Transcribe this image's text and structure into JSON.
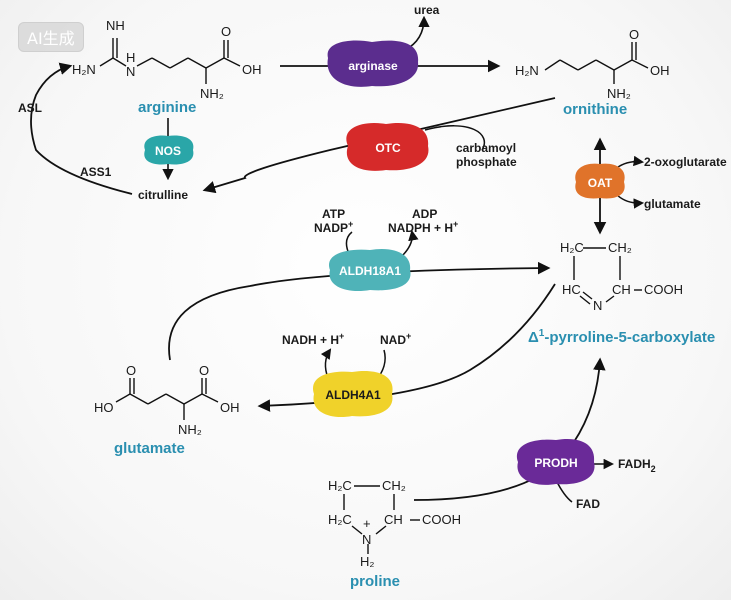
{
  "watermark": "AI生成",
  "metabolites": {
    "arginine": "arginine",
    "ornithine": "ornithine",
    "citrulline": "citrulline",
    "glutamate": "glutamate",
    "p5c_prefix": "Δ",
    "p5c_sup": "1",
    "p5c_suffix": "-pyrroline-5-carboxylate",
    "proline": "proline",
    "urea": "urea",
    "carbamoyl_1": "carbamoyl",
    "carbamoyl_2": "phosphate",
    "oxoglutarate": "2-oxoglutarate",
    "glutamate_side": "glutamate",
    "atp": "ATP",
    "nadp_base": "NADP",
    "nadp_sup": "+",
    "adp": "ADP",
    "nadph_base": "NADPH + H",
    "nadph_sup": "+",
    "nadh_base": "NADH + H",
    "nadh_sup": "+",
    "nad_base": "NAD",
    "nad_sup": "+",
    "fadh_base": "FADH",
    "fadh_sub": "2",
    "fad": "FAD",
    "asl": "ASL",
    "ass1": "ASS1"
  },
  "enzymes": {
    "arginase": {
      "label": "arginase",
      "color": "#5b2d8e"
    },
    "nos": {
      "label": "NOS",
      "color": "#2aa6a8"
    },
    "otc": {
      "label": "OTC",
      "color": "#d62a2a"
    },
    "oat": {
      "label": "OAT",
      "color": "#e0732a"
    },
    "aldh18a1": {
      "label": "ALDH18A1",
      "color": "#4fb3b8"
    },
    "aldh4a1": {
      "label": "ALDH4A1",
      "color": "#f0d22a"
    },
    "prodh": {
      "label": "PRODH",
      "color": "#6a2a98"
    }
  },
  "structures": {
    "arg_h2n": "H₂N",
    "arg_nh": "NH",
    "arg_h": "H",
    "arg_n": "N",
    "arg_o": "O",
    "arg_oh": "OH",
    "arg_nh2": "NH₂",
    "orn_h2n": "H₂N",
    "orn_o": "O",
    "orn_oh": "OH",
    "orn_nh2": "NH₂",
    "glu_o1": "O",
    "glu_o2": "O",
    "glu_ho": "HO",
    "glu_oh": "OH",
    "glu_nh2": "NH₂",
    "p5c_h2c": "H₂C",
    "p5c_ch2": "CH₂",
    "p5c_hc": "HC",
    "p5c_ch": "CH",
    "p5c_cooh": "COOH",
    "p5c_n": "N",
    "pro_h2c1": "H₂C",
    "pro_ch2": "CH₂",
    "pro_h2c2": "H₂C",
    "pro_ch": "CH",
    "pro_cooh": "COOH",
    "pro_n": "N",
    "pro_plus": "+",
    "pro_h2": "H₂"
  }
}
